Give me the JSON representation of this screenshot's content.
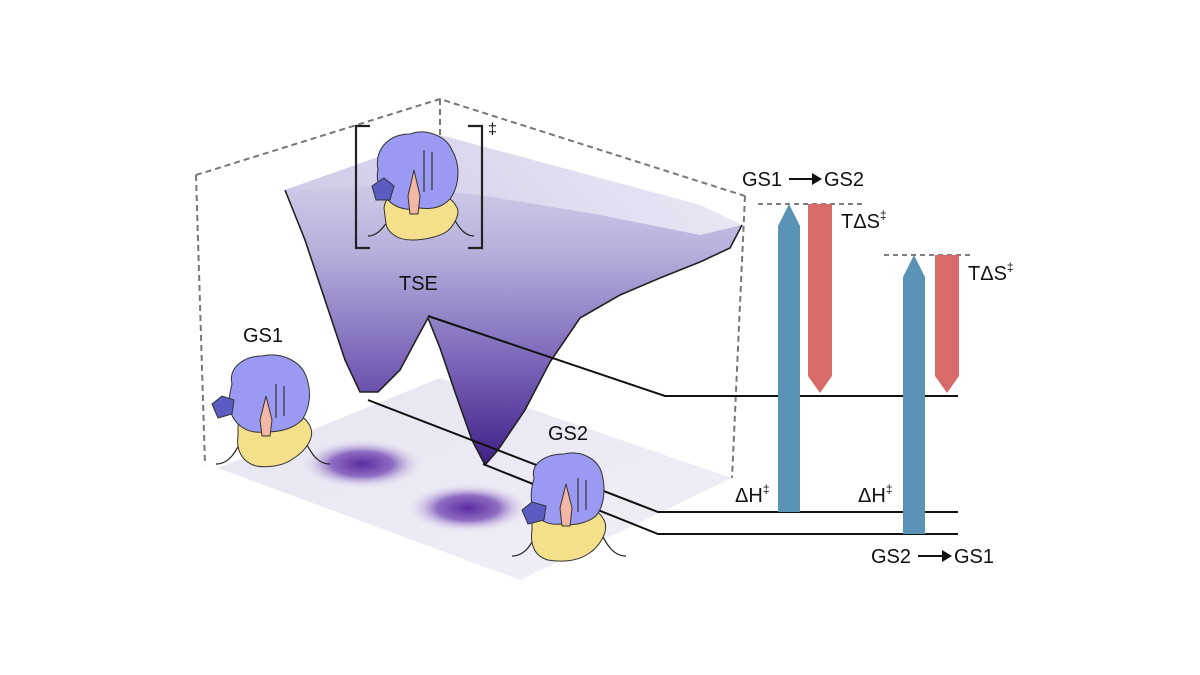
{
  "labels": {
    "tse": "TSE",
    "gs1": "GS1",
    "gs2": "GS2",
    "forward": {
      "from": "GS1",
      "to": "GS2"
    },
    "reverse": {
      "from": "GS2",
      "to": "GS1"
    },
    "tds_symbol": "TΔS",
    "dh_symbol": "ΔH",
    "double_dagger": "‡"
  },
  "colors": {
    "enthalpy_bar": "#5b93b7",
    "entropy_bar": "#d86b6a",
    "surface_dark": "#3f1f85",
    "surface_light": "#d9d7ee",
    "protein_blue": "#9b9af2",
    "protein_yellow": "#f4e08a",
    "ligand_pink": "#f3b7a3"
  }
}
